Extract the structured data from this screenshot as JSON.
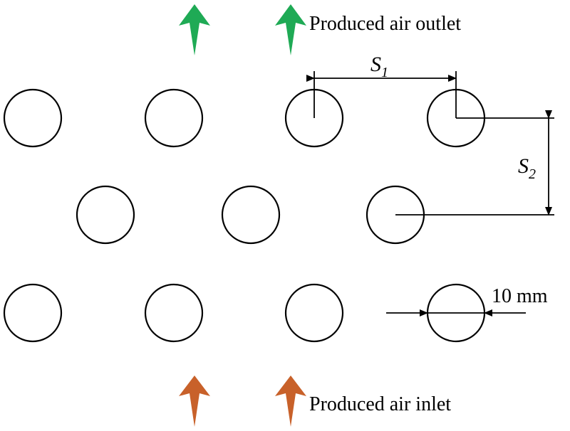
{
  "labels": {
    "outlet": "Produced air outlet",
    "inlet": "Produced air inlet",
    "spacing_1": "S",
    "spacing_1_subscript": "1",
    "spacing_2": "S",
    "spacing_2_subscript": "2",
    "diameter": "10 mm"
  },
  "colors": {
    "outlet_arrow": "#1faa55",
    "inlet_arrow": "#c8612a",
    "line": "#000000"
  },
  "tube_layout": {
    "arrangement": "staggered",
    "row_counts": [
      4,
      3,
      4
    ]
  }
}
